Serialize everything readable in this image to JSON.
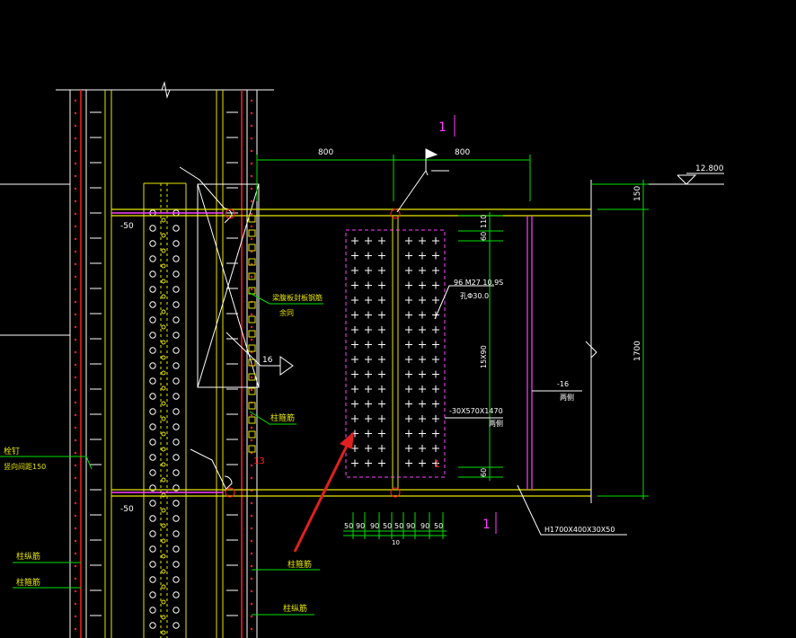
{
  "colors": {
    "background": "#000000",
    "white": "#ffffff",
    "yellow": "#e6e600",
    "green": "#00e000",
    "red": "#ff2020",
    "magenta": "#ff40ff",
    "arrow_red": "#e02020"
  },
  "labels": {
    "elevation": "12.800",
    "dim_top_left": "800",
    "dim_top_right": "800",
    "section_mark_top": "1",
    "section_mark_bottom": "1",
    "dim_150": "150",
    "dim_1700": "1700",
    "dim_110": "110",
    "dim_60_top": "60",
    "dim_15x90": "15X90",
    "dim_60_bottom": "60",
    "bolt_spec_1": "96 M27 10.9S",
    "bolt_spec_2": "孔Φ30.0",
    "plate_spec_1": "-30X570X1470",
    "plate_spec_2": "两侧",
    "web_plate_1": "-16",
    "web_plate_2": "两侧",
    "beam_spec": "H1700X400X30X50",
    "neg50_top": "-50",
    "neg50_bottom": "-50",
    "weld_16": "16",
    "note_rebar_1": "梁腹板封板钢筋",
    "note_rebar_2": "余同",
    "note_col_rebar_top": "柱箍筋",
    "note_stud_1": "栓钉",
    "note_stud_2": "竖向间距150",
    "note_col_left_1": "柱纵筋",
    "note_col_left_2": "柱箍筋",
    "note_col_right_1": "柱箍筋",
    "note_col_right_2": "柱纵筋",
    "bottom_dims": [
      "50",
      "90",
      "90",
      "50",
      "50",
      "90",
      "90",
      "50"
    ],
    "bottom_total": "10"
  }
}
